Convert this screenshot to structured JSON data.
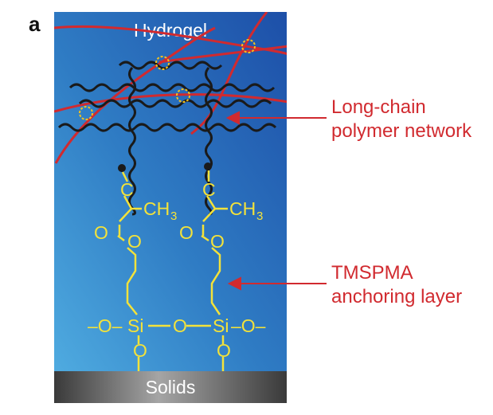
{
  "panel_label": "a",
  "regions": {
    "hydrogel": "Hydrogel",
    "solids": "Solids"
  },
  "annotations": {
    "network_line1": "Long-chain",
    "network_line2": "polymer network",
    "anchor_line1": "TMSPMA",
    "anchor_line2": "anchoring layer"
  },
  "chemistry": {
    "carbon": "C",
    "methyl": "CH",
    "methyl_subscript": "3",
    "oxygen": "O",
    "silicon": "Si",
    "bond_left": "–O–",
    "bond_right": "–O–",
    "bridge_oxygen": "O"
  },
  "colors": {
    "gel_top": "#1d4fa8",
    "gel_bottom": "#47a4dc",
    "solid_dark": "#3f3f3f",
    "solid_light": "#9c9c9c",
    "polymer_red": "#d12a2f",
    "chain_black": "#1a1a1a",
    "chem_yellow": "#f3e23a",
    "crosslink_marker": "#f4c21e"
  }
}
